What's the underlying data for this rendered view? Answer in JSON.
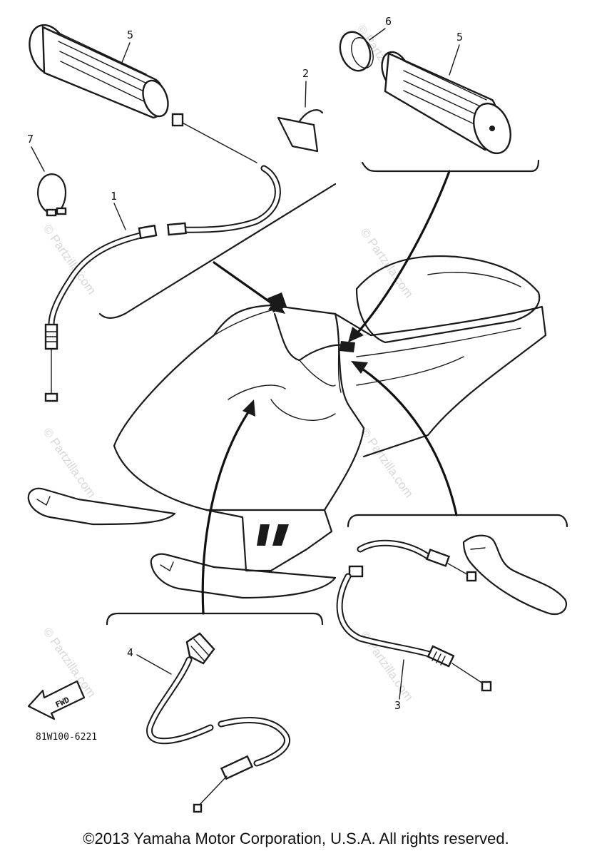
{
  "watermark": "© Partzilla.com",
  "callouts": {
    "p1": "1",
    "p2": "2",
    "p3": "3",
    "p4": "4",
    "p5_left": "5",
    "p5_right": "5",
    "p6": "6",
    "p7": "7"
  },
  "fwd_label": "FWD",
  "diagram_code": "81W100-6221",
  "copyright": "©2013  Yamaha Motor Corporation, U.S.A. All rights reserved."
}
